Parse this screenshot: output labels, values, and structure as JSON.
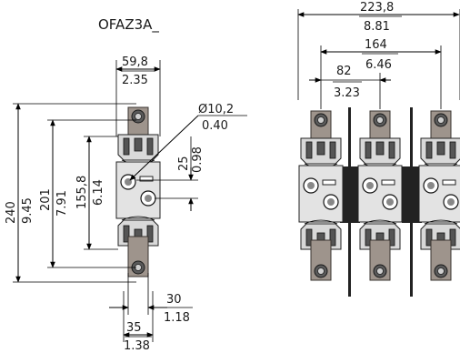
{
  "title": "OFAZ3A_",
  "dims": {
    "width_total_mm": "223,8",
    "width_total_in": "8.81",
    "pitch_164_mm": "164",
    "pitch_164_in": "6.46",
    "pitch_82_mm": "82",
    "pitch_82_in": "3.23",
    "w598_mm": "59,8",
    "w598_in": "2.35",
    "hole_mm": "Ø10,2",
    "hole_in": "0.40",
    "h25_mm": "25",
    "h25_in": "0.98",
    "h240_mm": "240",
    "h240_in": "9.45",
    "h201_mm": "201",
    "h201_in": "7.91",
    "h1558_mm": "155,8",
    "h1558_in": "6.14",
    "w30_mm": "30",
    "w30_in": "1.18",
    "w35_mm": "35",
    "w35_in": "1.38"
  }
}
